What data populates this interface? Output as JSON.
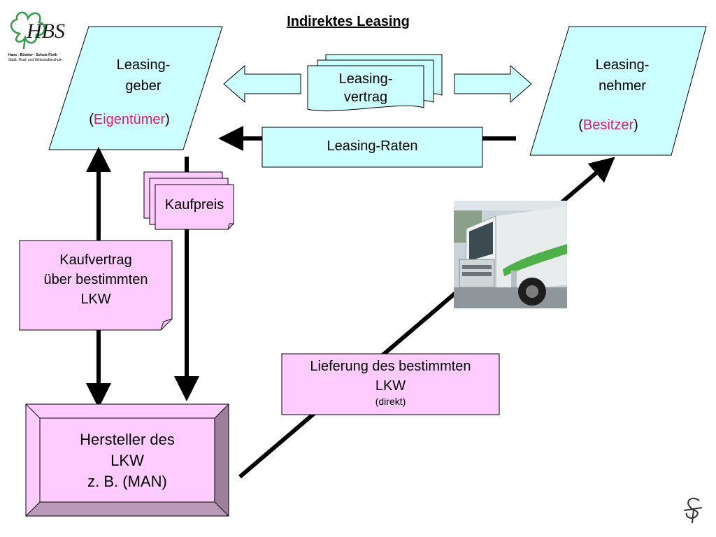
{
  "title": "Indirektes Leasing",
  "logo": {
    "letters": "HBS",
    "line1": "Hans - Böckler - Schule Fürth",
    "line2": "Städt. Real- und Wirtschaftsschule"
  },
  "leasinggeber": {
    "line1": "Leasing-",
    "line2": "geber",
    "paren_open": "(",
    "role": "Eigentümer",
    "paren_close": ")"
  },
  "leasingnehmer": {
    "line1": "Leasing-",
    "line2": "nehmer",
    "paren_open": "(",
    "role": "Besitzer",
    "paren_close": ")"
  },
  "vertrag": {
    "line1": "Leasing-",
    "line2": "vertrag"
  },
  "raten": {
    "label": "Leasing-Raten"
  },
  "kaufpreis": {
    "label": "Kaufpreis"
  },
  "kaufvertrag": {
    "line1": "Kaufvertrag",
    "line2": "über bestimmten",
    "line3": "LKW"
  },
  "lieferung": {
    "line1": "Lieferung des bestimmten",
    "line2": "LKW",
    "line3": "(direkt)"
  },
  "hersteller": {
    "line1": "Hersteller des",
    "line2": "LKW",
    "line3": "z. B. (MAN)"
  },
  "colors": {
    "cyan_fill": "#ccffff",
    "pink_fill": "#ffccff",
    "bevel_dark": "#9b7f9b",
    "accent_red": "#e0197a",
    "logo_green": "#2e9d46"
  }
}
